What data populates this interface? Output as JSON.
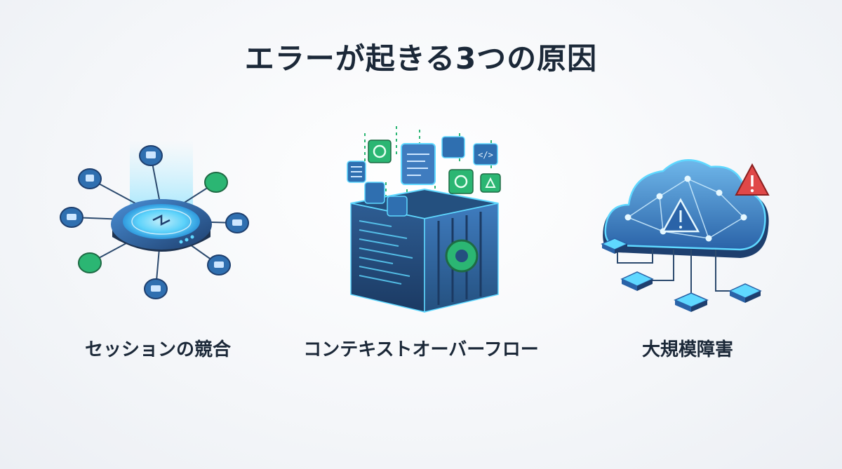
{
  "title": "エラーが起きる3つの原因",
  "causes": [
    {
      "label": "セッションの競合",
      "icon": "network-hub-icon"
    },
    {
      "label": "コンテキストオーバーフロー",
      "icon": "overflowing-box-icon"
    },
    {
      "label": "大規模障害",
      "icon": "cloud-warning-icon"
    }
  ],
  "colors": {
    "title": "#1b2838",
    "primary_blue": "#2f6fb0",
    "dark_blue": "#1e3f6e",
    "accent_green": "#2bb673",
    "glow_cyan": "#5fd8ff",
    "warning_red": "#e04848"
  }
}
